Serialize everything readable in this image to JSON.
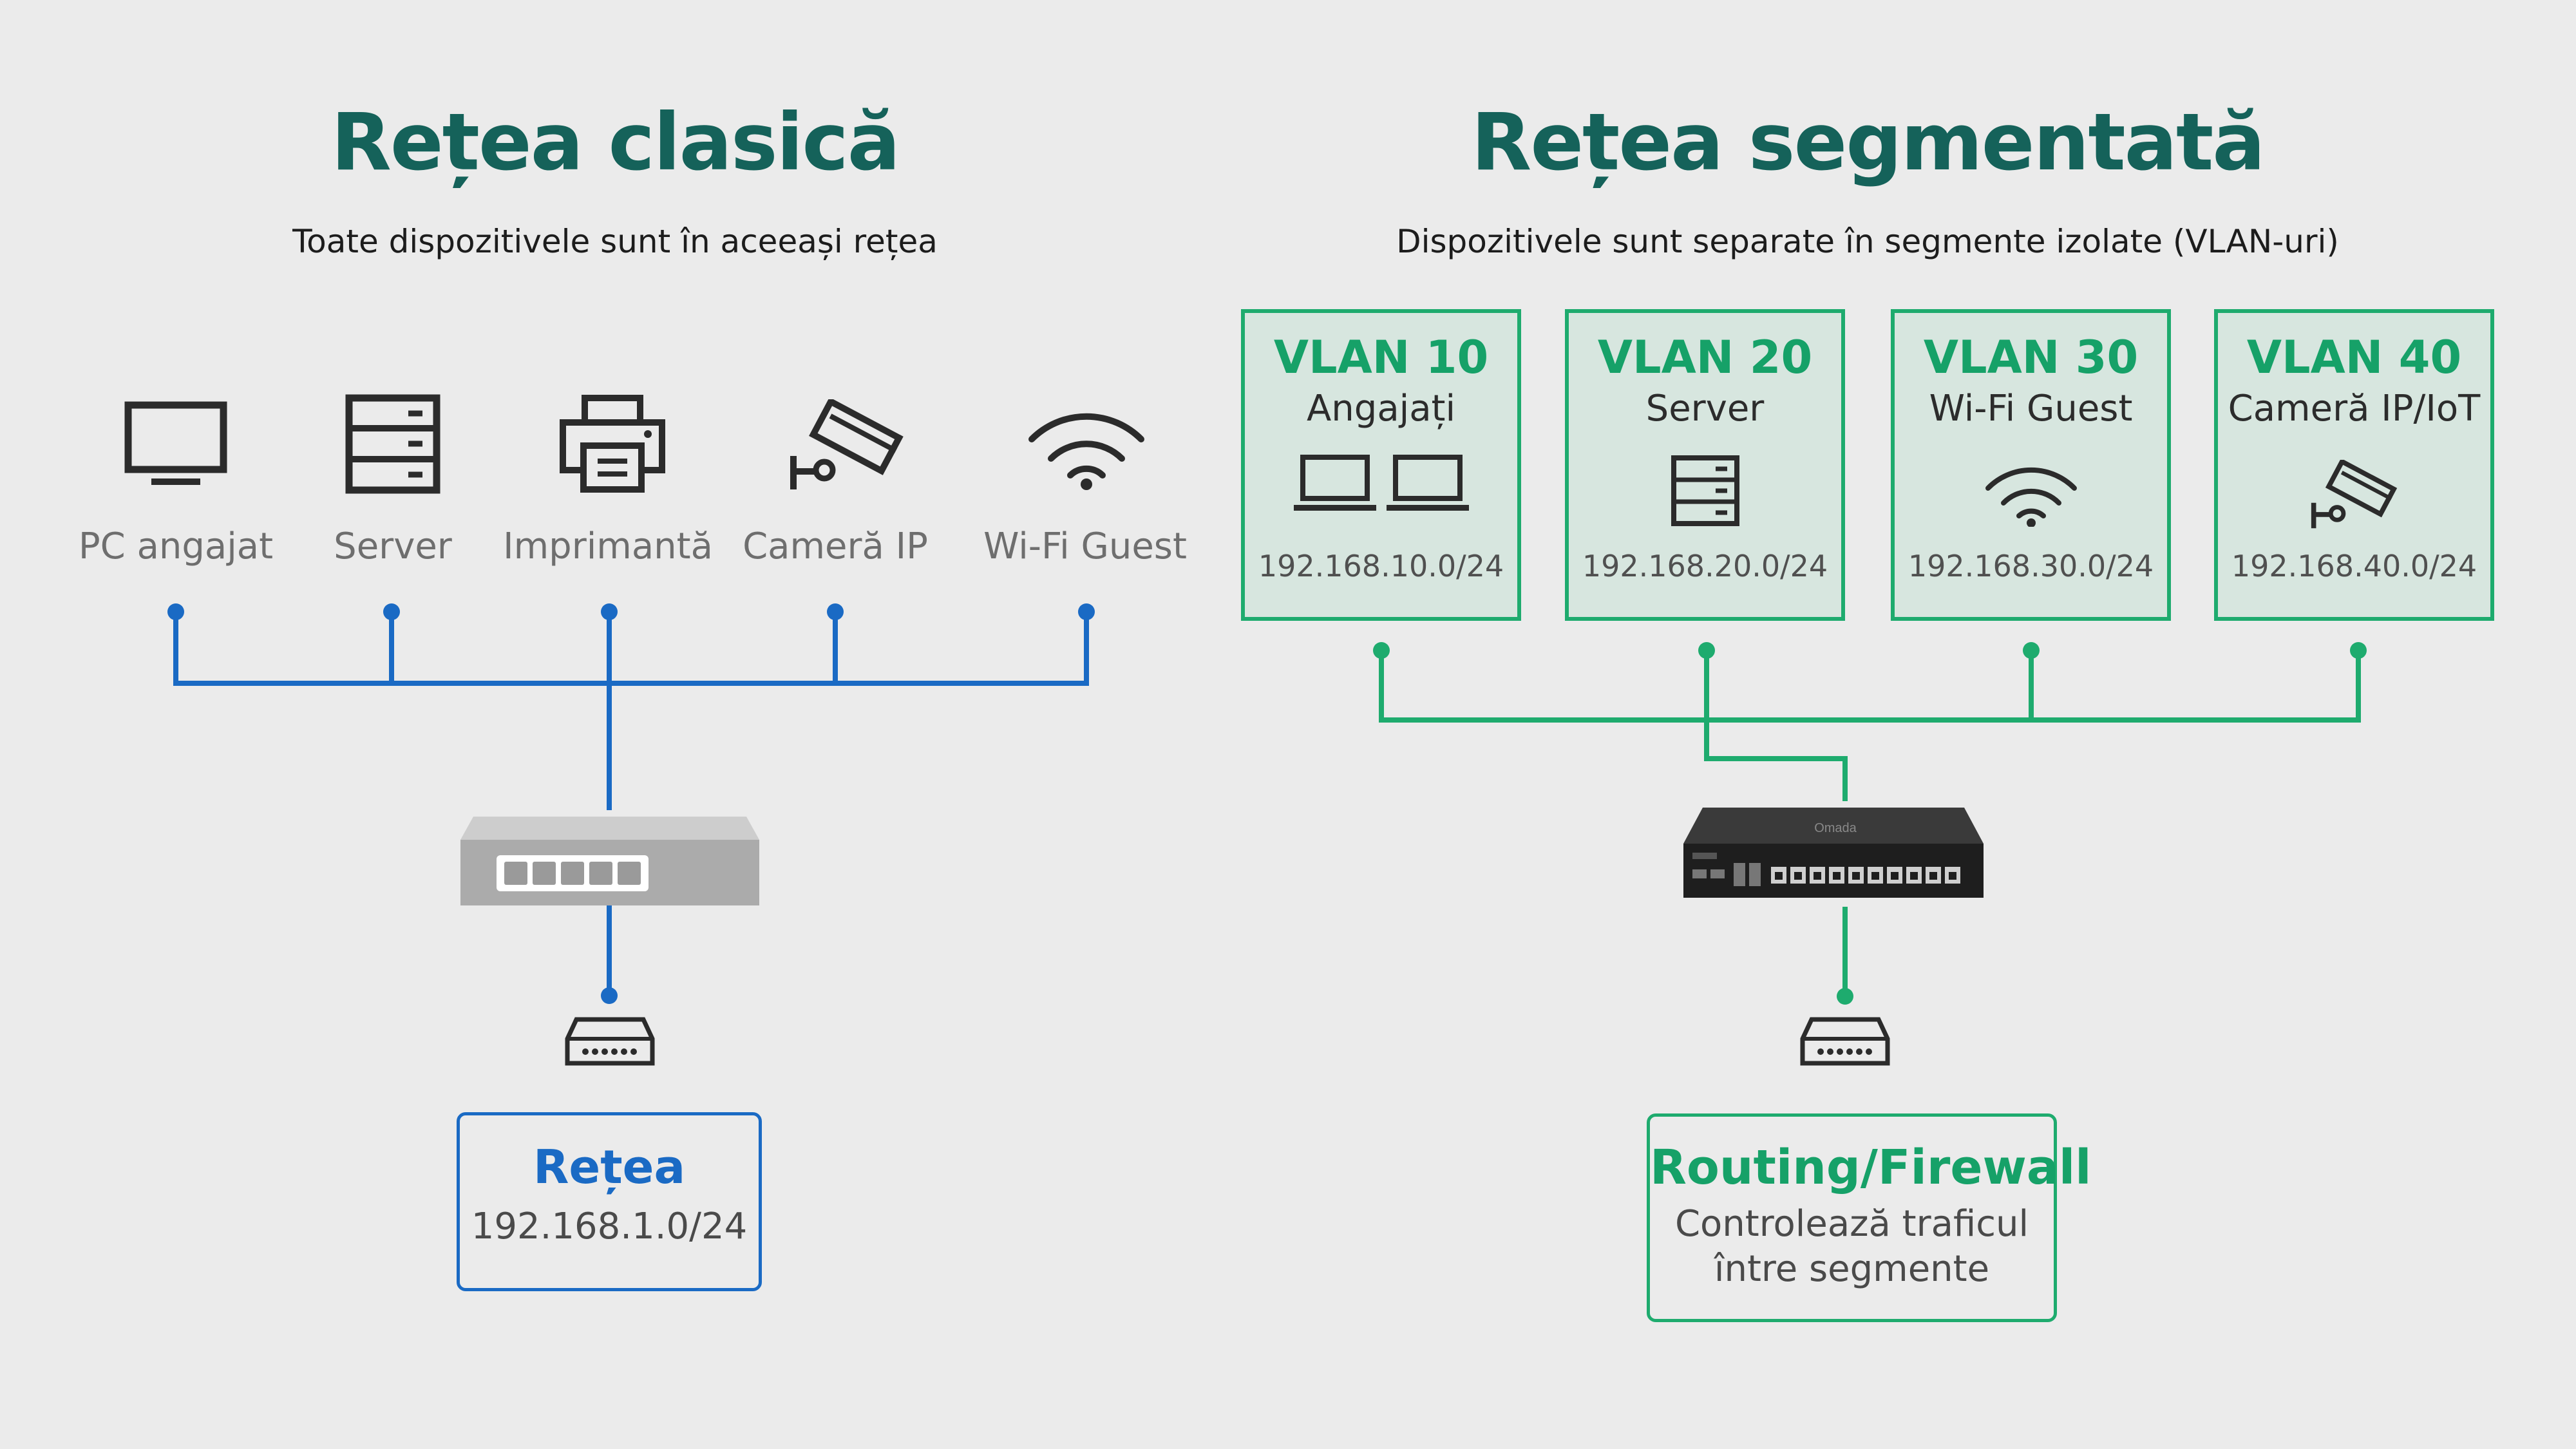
{
  "left": {
    "title": "Rețea clasică",
    "subtitle": "Toate dispozitivele sunt în aceeași rețea",
    "devices": [
      {
        "label": "PC angajat",
        "icon": "monitor-icon"
      },
      {
        "label": "Server",
        "icon": "server-icon"
      },
      {
        "label": "Imprimantă",
        "icon": "printer-icon"
      },
      {
        "label": "Cameră IP",
        "icon": "camera-icon"
      },
      {
        "label": "Wi-Fi Guest",
        "icon": "wifi-icon"
      }
    ],
    "network": {
      "title": "Rețea",
      "subnet": "192.168.1.0/24"
    },
    "color": "#1a6ac4"
  },
  "right": {
    "title": "Rețea segmentată",
    "subtitle": "Dispozitivele sunt separate în segmente izolate (VLAN-uri)",
    "vlans": [
      {
        "title": "VLAN 10",
        "name": "Angajați",
        "subnet": "192.168.10.0/24",
        "icon": "laptop-icon"
      },
      {
        "title": "VLAN 20",
        "name": "Server",
        "subnet": "192.168.20.0/24",
        "icon": "server-icon"
      },
      {
        "title": "VLAN 30",
        "name": "Wi-Fi Guest",
        "subnet": "192.168.30.0/24",
        "icon": "wifi-icon"
      },
      {
        "title": "VLAN 40",
        "name": "Cameră IP/IoT",
        "subnet": "192.168.40.0/24",
        "icon": "camera-icon"
      }
    ],
    "router_brand": "Omada",
    "firewall": {
      "title": "Routing/Firewall",
      "line1": "Controlează traficul",
      "line2": "între segmente"
    },
    "color": "#1eab6e"
  }
}
